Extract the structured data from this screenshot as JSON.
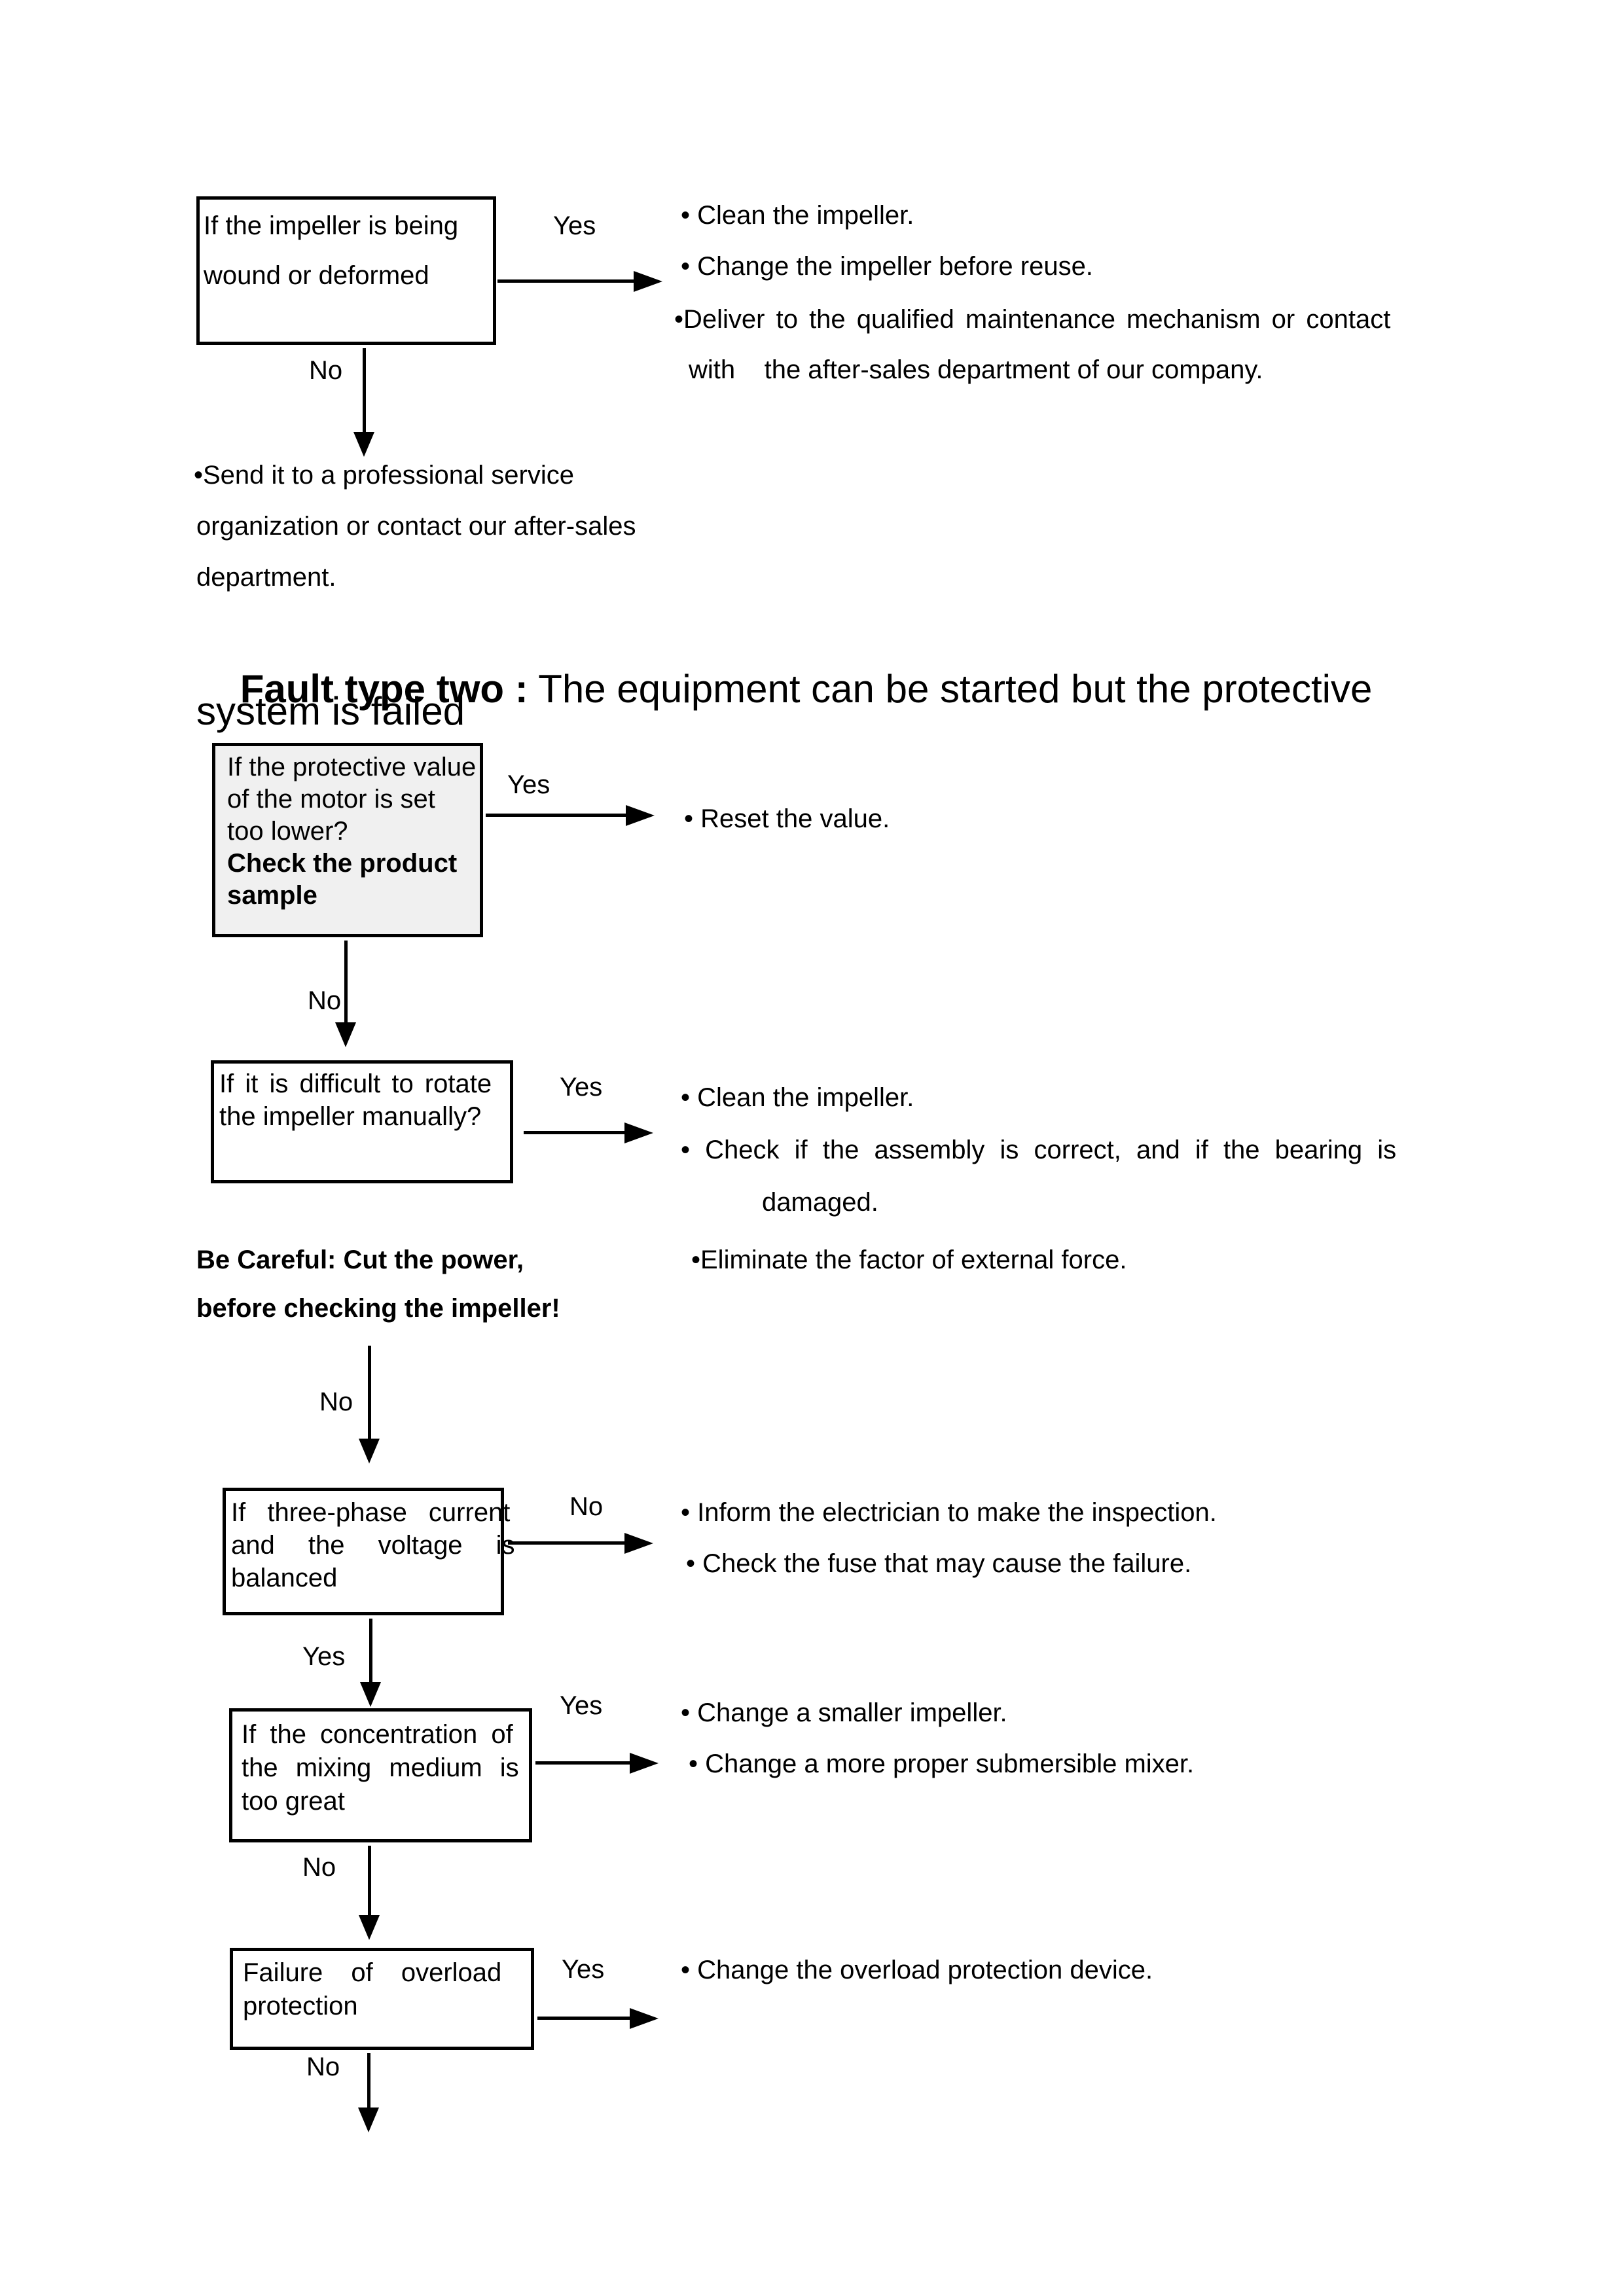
{
  "labels": {
    "yes": "Yes",
    "no": "No"
  },
  "heading": {
    "bold": "Fault type two :",
    "rest": " The equipment can be started but the protective",
    "line2": "system is failed"
  },
  "impeller": {
    "box": {
      "l1": "If the impeller is being",
      "l2": "wound or deformed"
    },
    "yes_bullets": {
      "b1": "• Clean the impeller.",
      "b2": "• Change the impeller before reuse.",
      "b3": "•Deliver to the qualified maintenance mechanism or contact",
      "b3_cont": "with    the after-sales department of our company."
    },
    "no_bullets": {
      "l1": "•Send it to a professional service",
      "l2": "organization or contact our after-sales",
      "l3": "department."
    }
  },
  "protective": {
    "box": {
      "l1": "If the protective value",
      "l2": "of the motor is set",
      "l3": "too lower?",
      "l4": "Check the product",
      "l5": "sample"
    },
    "yes_bullets": {
      "b1": "• Reset the value."
    }
  },
  "rotate": {
    "box": {
      "l1": "If it is difficult to rotate",
      "l2": "the impeller manually?"
    },
    "warning": {
      "l1": "Be Careful: Cut the power,",
      "l2": "before checking the impeller!"
    },
    "yes_bullets": {
      "b1": "• Clean the impeller.",
      "b2": "• Check if the assembly is correct, and if the bearing is",
      "b2_cont": "damaged.",
      "b3": "•Eliminate the factor of external force."
    }
  },
  "threephase": {
    "box": {
      "l1": "If three-phase current",
      "l2": "and the voltage is",
      "l3": "balanced"
    },
    "no_bullets": {
      "b1": "• Inform the electrician to make the inspection.",
      "b2": "• Check the fuse that may cause the failure."
    }
  },
  "concentration": {
    "box": {
      "l1": "If the concentration of",
      "l2": "the mixing medium is",
      "l3": "too great"
    },
    "yes_bullets": {
      "b1": "• Change a smaller impeller.",
      "b2": "• Change a more proper submersible mixer."
    }
  },
  "overload": {
    "box": {
      "l1": "Failure of overload",
      "l2": "protection"
    },
    "yes_bullets": {
      "b1": "• Change the overload protection device."
    }
  },
  "colors": {
    "ink": "#000000",
    "page": "#ffffff",
    "protective_box_fill": "#f0f0f0"
  }
}
